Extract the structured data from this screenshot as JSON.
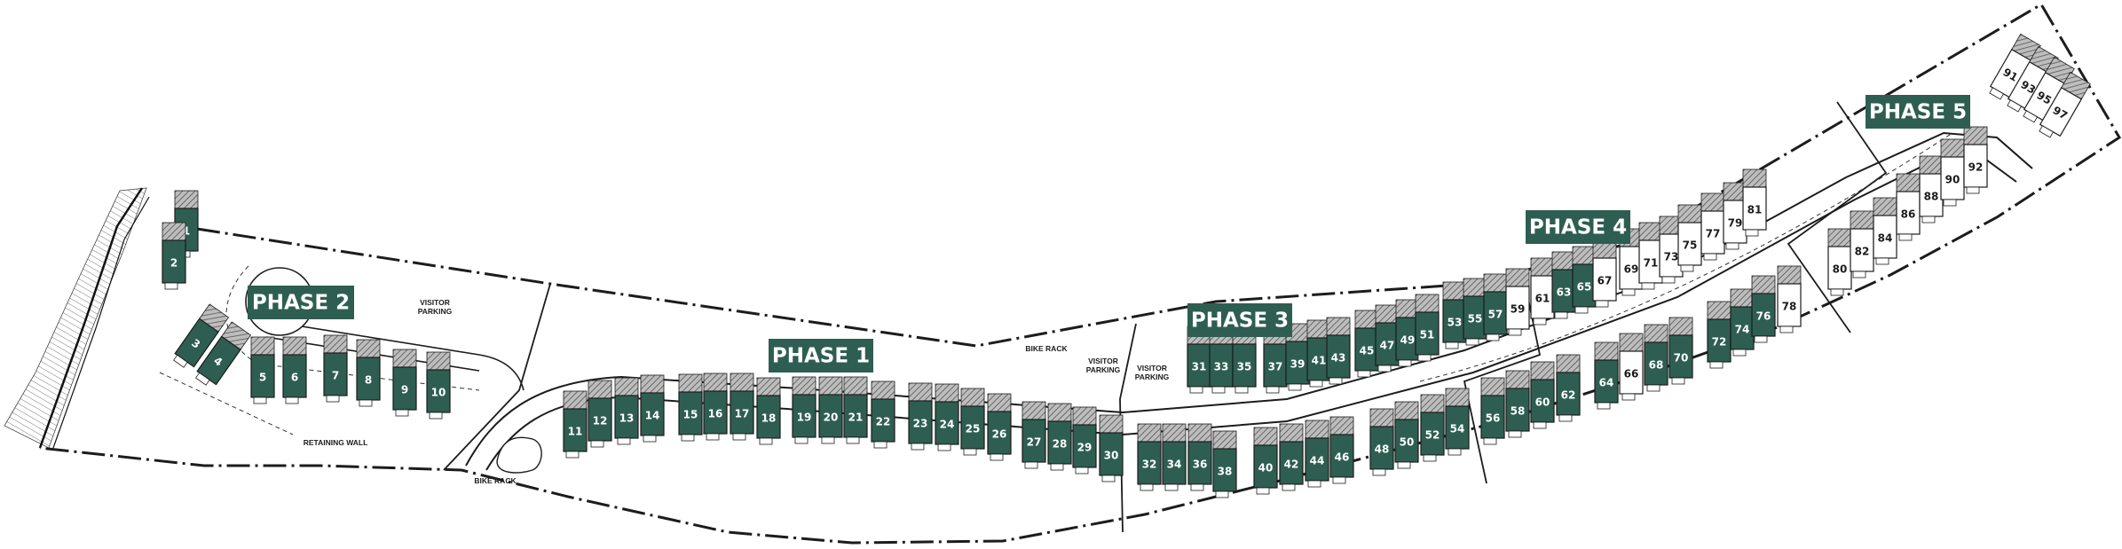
{
  "colors": {
    "built_unit_fill": "#2e5e51",
    "future_unit_fill": "#ffffff",
    "phase_label_fill": "#2e5e51",
    "line": "#1c1c1c",
    "hatch": "#6a6a6a"
  },
  "phases": [
    {
      "id": "phase-2",
      "text": "PHASE 2"
    },
    {
      "id": "phase-1",
      "text": "PHASE 1"
    },
    {
      "id": "phase-3",
      "text": "PHASE 3"
    },
    {
      "id": "phase-4",
      "text": "PHASE 4"
    },
    {
      "id": "phase-5",
      "text": "PHASE 5"
    }
  ],
  "annotations": [
    {
      "id": "visitor-parking-phase2",
      "lines": [
        "VISITOR",
        "PARKING"
      ]
    },
    {
      "id": "retaining-wall",
      "lines": [
        "RETAINING WALL"
      ]
    },
    {
      "id": "bike-rack-phase1",
      "lines": [
        "BIKE RACK"
      ]
    },
    {
      "id": "bike-rack-phase3",
      "lines": [
        "BIKE RACK"
      ]
    },
    {
      "id": "visitor-parking-phase3a",
      "lines": [
        "VISITOR",
        "PARKING"
      ]
    },
    {
      "id": "visitor-parking-phase3b",
      "lines": [
        "VISITOR",
        "PARKING"
      ]
    }
  ],
  "units": [
    {
      "n": "1",
      "status": "built"
    },
    {
      "n": "2",
      "status": "built"
    },
    {
      "n": "3",
      "status": "built"
    },
    {
      "n": "4",
      "status": "built"
    },
    {
      "n": "5",
      "status": "built"
    },
    {
      "n": "6",
      "status": "built"
    },
    {
      "n": "7",
      "status": "built"
    },
    {
      "n": "8",
      "status": "built"
    },
    {
      "n": "9",
      "status": "built"
    },
    {
      "n": "10",
      "status": "built"
    },
    {
      "n": "11",
      "status": "built"
    },
    {
      "n": "12",
      "status": "built"
    },
    {
      "n": "13",
      "status": "built"
    },
    {
      "n": "14",
      "status": "built"
    },
    {
      "n": "15",
      "status": "built"
    },
    {
      "n": "16",
      "status": "built"
    },
    {
      "n": "17",
      "status": "built"
    },
    {
      "n": "18",
      "status": "built"
    },
    {
      "n": "19",
      "status": "built"
    },
    {
      "n": "20",
      "status": "built"
    },
    {
      "n": "21",
      "status": "built"
    },
    {
      "n": "22",
      "status": "built"
    },
    {
      "n": "23",
      "status": "built"
    },
    {
      "n": "24",
      "status": "built"
    },
    {
      "n": "25",
      "status": "built"
    },
    {
      "n": "26",
      "status": "built"
    },
    {
      "n": "27",
      "status": "built"
    },
    {
      "n": "28",
      "status": "built"
    },
    {
      "n": "29",
      "status": "built"
    },
    {
      "n": "30",
      "status": "built"
    },
    {
      "n": "31",
      "status": "built"
    },
    {
      "n": "33",
      "status": "built"
    },
    {
      "n": "35",
      "status": "built"
    },
    {
      "n": "37",
      "status": "built"
    },
    {
      "n": "39",
      "status": "built"
    },
    {
      "n": "41",
      "status": "built"
    },
    {
      "n": "43",
      "status": "built"
    },
    {
      "n": "45",
      "status": "built"
    },
    {
      "n": "47",
      "status": "built"
    },
    {
      "n": "49",
      "status": "built"
    },
    {
      "n": "51",
      "status": "built"
    },
    {
      "n": "53",
      "status": "built"
    },
    {
      "n": "55",
      "status": "built"
    },
    {
      "n": "57",
      "status": "built"
    },
    {
      "n": "59",
      "status": "future"
    },
    {
      "n": "32",
      "status": "built"
    },
    {
      "n": "34",
      "status": "built"
    },
    {
      "n": "36",
      "status": "built"
    },
    {
      "n": "38",
      "status": "built"
    },
    {
      "n": "40",
      "status": "built"
    },
    {
      "n": "42",
      "status": "built"
    },
    {
      "n": "44",
      "status": "built"
    },
    {
      "n": "46",
      "status": "built"
    },
    {
      "n": "48",
      "status": "built"
    },
    {
      "n": "50",
      "status": "built"
    },
    {
      "n": "52",
      "status": "built"
    },
    {
      "n": "54",
      "status": "built"
    },
    {
      "n": "61",
      "status": "future"
    },
    {
      "n": "63",
      "status": "built"
    },
    {
      "n": "65",
      "status": "built"
    },
    {
      "n": "67",
      "status": "future"
    },
    {
      "n": "69",
      "status": "future"
    },
    {
      "n": "71",
      "status": "future"
    },
    {
      "n": "73",
      "status": "future"
    },
    {
      "n": "75",
      "status": "future"
    },
    {
      "n": "77",
      "status": "future"
    },
    {
      "n": "79",
      "status": "future"
    },
    {
      "n": "81",
      "status": "future"
    },
    {
      "n": "56",
      "status": "built"
    },
    {
      "n": "58",
      "status": "built"
    },
    {
      "n": "60",
      "status": "built"
    },
    {
      "n": "62",
      "status": "built"
    },
    {
      "n": "64",
      "status": "built"
    },
    {
      "n": "66",
      "status": "future"
    },
    {
      "n": "68",
      "status": "built"
    },
    {
      "n": "70",
      "status": "built"
    },
    {
      "n": "72",
      "status": "built"
    },
    {
      "n": "74",
      "status": "built"
    },
    {
      "n": "76",
      "status": "built"
    },
    {
      "n": "78",
      "status": "future"
    },
    {
      "n": "80",
      "status": "future"
    },
    {
      "n": "82",
      "status": "future"
    },
    {
      "n": "84",
      "status": "future"
    },
    {
      "n": "86",
      "status": "future"
    },
    {
      "n": "88",
      "status": "future"
    },
    {
      "n": "90",
      "status": "future"
    },
    {
      "n": "92",
      "status": "future"
    },
    {
      "n": "91",
      "status": "future"
    },
    {
      "n": "93",
      "status": "future"
    },
    {
      "n": "95",
      "status": "future"
    },
    {
      "n": "97",
      "status": "future"
    }
  ]
}
